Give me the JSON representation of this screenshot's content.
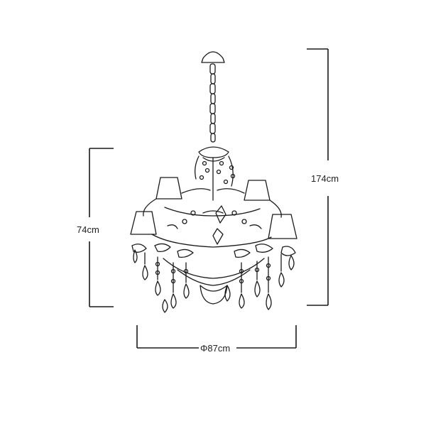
{
  "dimensions": {
    "height_total": "174cm",
    "height_body": "74cm",
    "diameter": "Φ87cm"
  },
  "colors": {
    "line": "#1a1a1a",
    "background": "#ffffff"
  }
}
